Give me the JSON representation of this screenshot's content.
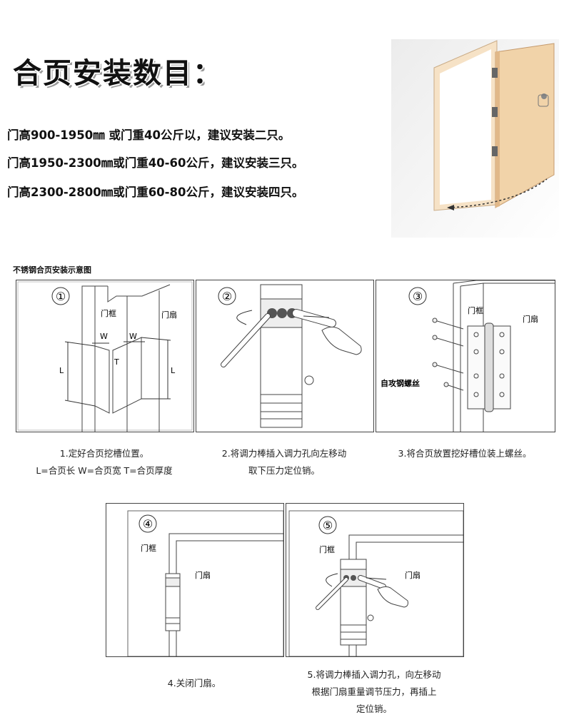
{
  "title": "合页安装数目：",
  "rules": [
    "门高900-1950㎜ 或门重40公斤以，建议安装二只。",
    "门高1950-2300㎜或门重40-60公斤，建议安装三只。",
    "门高2300-2800㎜或门重60-80公斤，建议安装四只。"
  ],
  "section_title": "不锈钢合页安装示意图",
  "labels": {
    "door_frame": "门框",
    "door_leaf": "门扇",
    "w": "W",
    "t": "T",
    "l": "L",
    "screw": "自攻钢螺丝"
  },
  "steps": [
    {
      "num": "①",
      "caption_lines": [
        "1.定好合页挖槽位置。",
        "L=合页长  W=合页宽  T=合页厚度"
      ]
    },
    {
      "num": "②",
      "caption_lines": [
        "2.将调力棒插入调力孔向左移动",
        "取下压力定位销。"
      ]
    },
    {
      "num": "③",
      "caption_lines": [
        "3.将合页放置挖好槽位装上螺丝。"
      ]
    },
    {
      "num": "④",
      "caption_lines": [
        "4.关闭门扇。"
      ]
    },
    {
      "num": "⑤",
      "caption_lines": [
        "5.将调力棒插入调力孔，向左移动",
        "根据门扇重量调节压力，再插上",
        "定位销。"
      ]
    }
  ]
}
